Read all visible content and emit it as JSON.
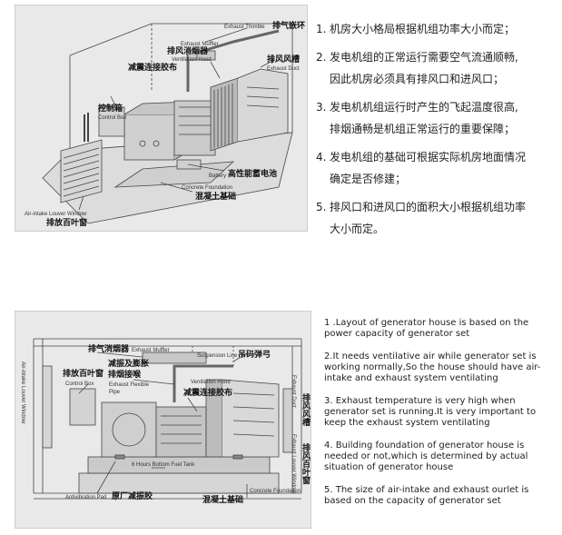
{
  "top_diagram": {
    "labels": {
      "exhaust_thimble_en": "Exhaust Thimble",
      "exhaust_thimble_zh": "排气嵌环",
      "exhaust_muffler_en": "Exhaust Muffler",
      "exhaust_muffler_zh": "排风消烟器",
      "ventilation_hood_en": "Ventilation Hood",
      "flex_zh": "减震连接胶布",
      "exhaust_duct_zh": "排风风槽",
      "exhaust_duct_en": "Exhaust Duct",
      "control_box_zh": "控制箱",
      "control_box_en": "Control Box",
      "battery_en": "Battery",
      "battery_zh": "高性能蓄电池",
      "concrete_en": "Concrete Foundation",
      "concrete_zh": "混凝土基础",
      "louver_en": "Air-intake Louver Window",
      "louver_zh": "排放百叶窗"
    }
  },
  "top_text": {
    "items": [
      {
        "num": "1.",
        "text": "机房大小格局根据机组功率大小而定；",
        "cont": ""
      },
      {
        "num": "2.",
        "text": "发电机组的正常运行需要空气流通顺畅,",
        "cont": "因此机房必须具有排风口和进风口；"
      },
      {
        "num": "3.",
        "text": "发电机机组运行时产生的飞起温度很高,",
        "cont": "排烟通畅是机组正常运行的重要保障；"
      },
      {
        "num": "4.",
        "text": "发电机组的基础可根据实际机房地面情况",
        "cont": "确定是否修建；"
      },
      {
        "num": "5.",
        "text": "排风口和进风口的面积大小根据机组功率",
        "cont": "大小而定。"
      }
    ]
  },
  "bottom_diagram": {
    "labels": {
      "louver_v_en": "Air-intake Louver Window",
      "muffler_zh": "排气消烟器",
      "muffler_en": "Exhaust Muffler",
      "suspension_en": "Suspension Line",
      "suspension_zh": "吊码弹弓",
      "louver_zh": "排放百叶窗",
      "control_box_en": "Control Box",
      "flex_zh1": "减振及膨胀",
      "flex_zh2": "排烟接喉",
      "flex_en1": "Exhaust Flexible",
      "flex_en2": "Pipe",
      "vent_hood_en": "Ventilation Hood",
      "flex_cloth_zh": "减震连接胶布",
      "exhaust_duct_v_en": "Exhaust Duct",
      "exhaust_duct_v_zh": "排风风槽",
      "exhaust_louver_v_en": "Exhaust Louver Window",
      "exhaust_louver_v_zh": "排风百叶窗",
      "fuel_tank_en": "6 Hours Bottom Fuel Tank",
      "antivibration_en": "Antivibration Pad",
      "antivibration_zh": "原厂减振胶",
      "concrete_en": "Concrete Foundation",
      "concrete_zh": "混凝土基础"
    }
  },
  "bottom_text": {
    "items": [
      "1 .Layout of generator house is based on the power capacity of generator set",
      "2.It needs ventilative air while generator set is working normally,So the house should have air-intake and exhaust system ventilating",
      "3. Exhaust temperature is very high when generator set is running.It is very important to keep the exhaust system ventilating",
      "4. Building foundation of generator house is needed or not,which is determined by actual situation of generator house",
      "5. The size of air-intake and exhaust ourlet is based on the capacity of generator set"
    ]
  }
}
